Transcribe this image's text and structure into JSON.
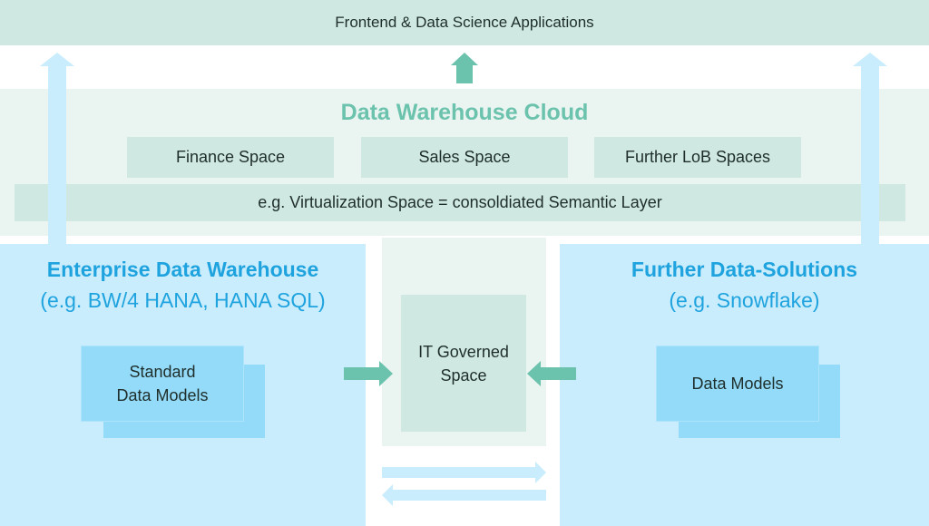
{
  "top_bar": {
    "label": "Frontend & Data Science Applications"
  },
  "dwc": {
    "title": "Data Warehouse Cloud",
    "spaces": [
      "Finance Space",
      "Sales Space",
      "Further LoB Spaces"
    ],
    "virtualization": "e.g. Virtualization Space = consoldiated Semantic Layer"
  },
  "edw": {
    "title": "Enterprise Data Warehouse",
    "subtitle": "(e.g. BW/4 HANA, HANA SQL)",
    "models_line1": "Standard",
    "models_line2": "Data Models"
  },
  "further": {
    "title": "Further Data-Solutions",
    "subtitle": "(e.g. Snowflake)",
    "models": "Data Models"
  },
  "it_space": {
    "line1": "IT Governed",
    "line2": "Space"
  },
  "colors": {
    "teal_box": "#cfe8e2",
    "teal_band": "#eaf4f1",
    "teal_arrow": "#6cc3ad",
    "blue_panel": "#c9edfc",
    "blue_card": "#93dbf9",
    "blue_text": "#1fa3df",
    "blue_arrow": "#c9edfc"
  }
}
